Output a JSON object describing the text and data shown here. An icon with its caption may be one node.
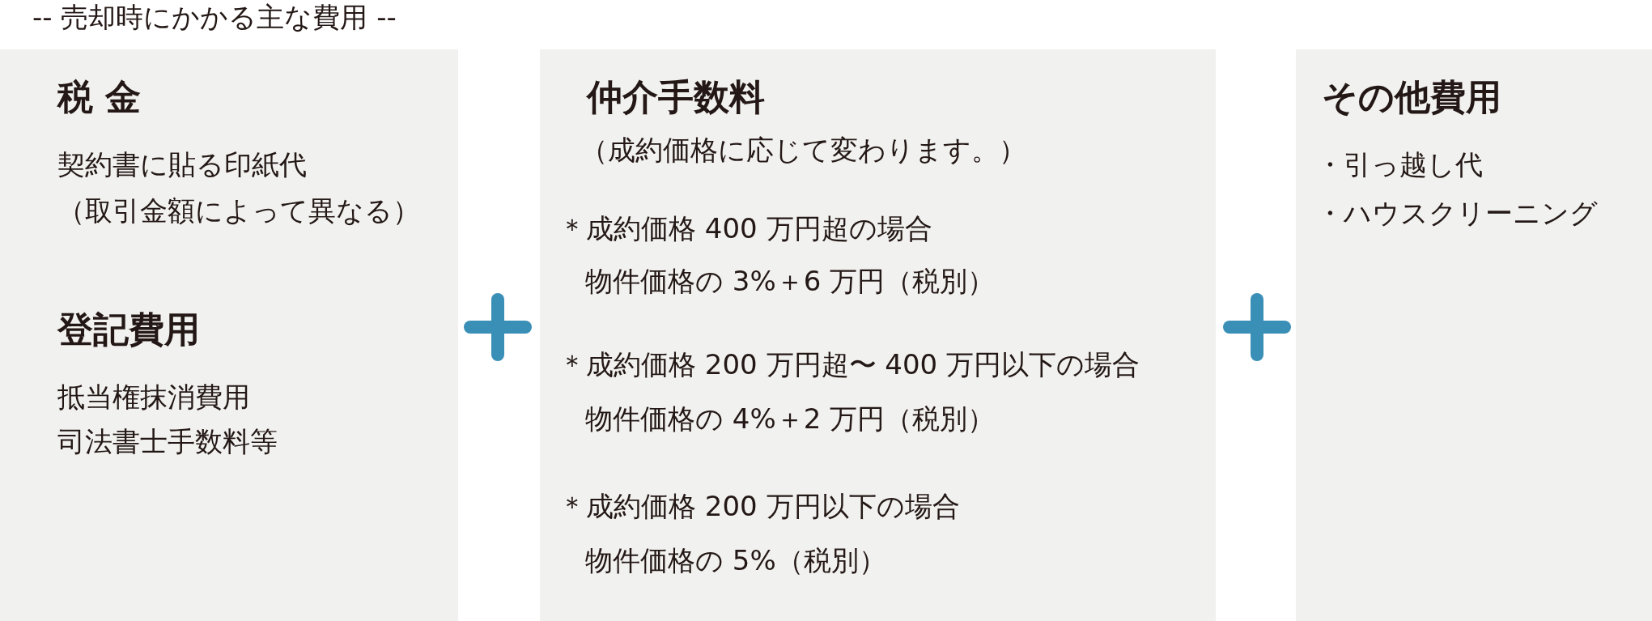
{
  "diagram": {
    "title": "-- 売却時にかかる主な費用 --",
    "nodes": [
      {
        "text": [
          "税 金",
          "契約書に貼る印紙代（取引金額によって異なる）",
          "登記費用",
          "抵当権抹消費用",
          "司法書士手数料等"
        ]
      },
      {
        "text": [
          "仲介手数料",
          "（成約価格に応じて変わります。）",
          "＊成約価格 400 万円超の場合",
          "物件価格の 3%＋6 万円（税別）",
          "＊成約価格 200 万円超〜 400 万円以下の場合",
          "物件価格の 4%＋2 万円（税別）",
          "＊成約価格 200 万円以下の場合",
          "物件価格の 5%（税別）"
        ]
      },
      {
        "text": [
          "その他費用",
          "・引っ越し代",
          "・ハウスクリーニング"
        ]
      }
    ]
  }
}
